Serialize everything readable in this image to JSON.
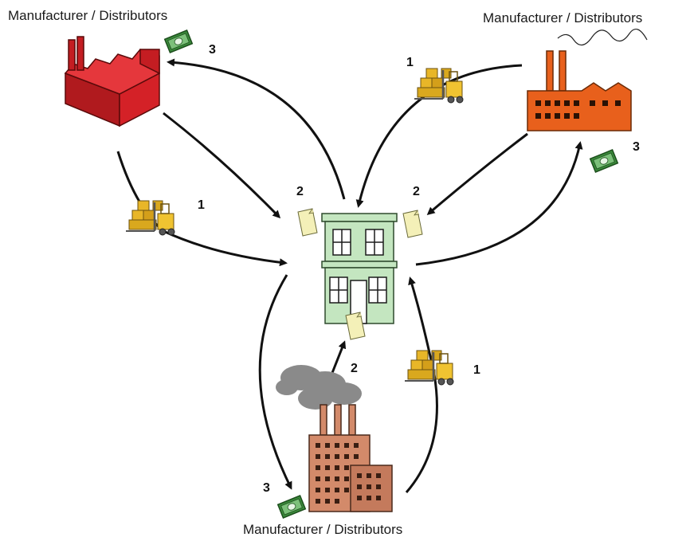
{
  "nodes": {
    "top_left": {
      "label": "Manufacturer / Distributors"
    },
    "top_right": {
      "label": "Manufacturer / Distributors"
    },
    "bottom": {
      "label": "Manufacturer / Distributors"
    }
  },
  "steps": {
    "goods": "1",
    "document": "2",
    "payment": "3"
  },
  "colors": {
    "factory_red": "#d42127",
    "factory_orange": "#e8601c",
    "factory_brown": "#d38a6a",
    "store_green": "#c4e6c0",
    "smoke_gray": "#8a8a8a",
    "cash_green": "#4a9a46",
    "paper_yellow": "#f4f0b8",
    "crate_gold": "#d9a81e"
  },
  "icons": [
    "factory-icon",
    "store-building-icon",
    "forklift-pallet-icon",
    "cash-icon",
    "document-icon",
    "smoke-icon"
  ]
}
